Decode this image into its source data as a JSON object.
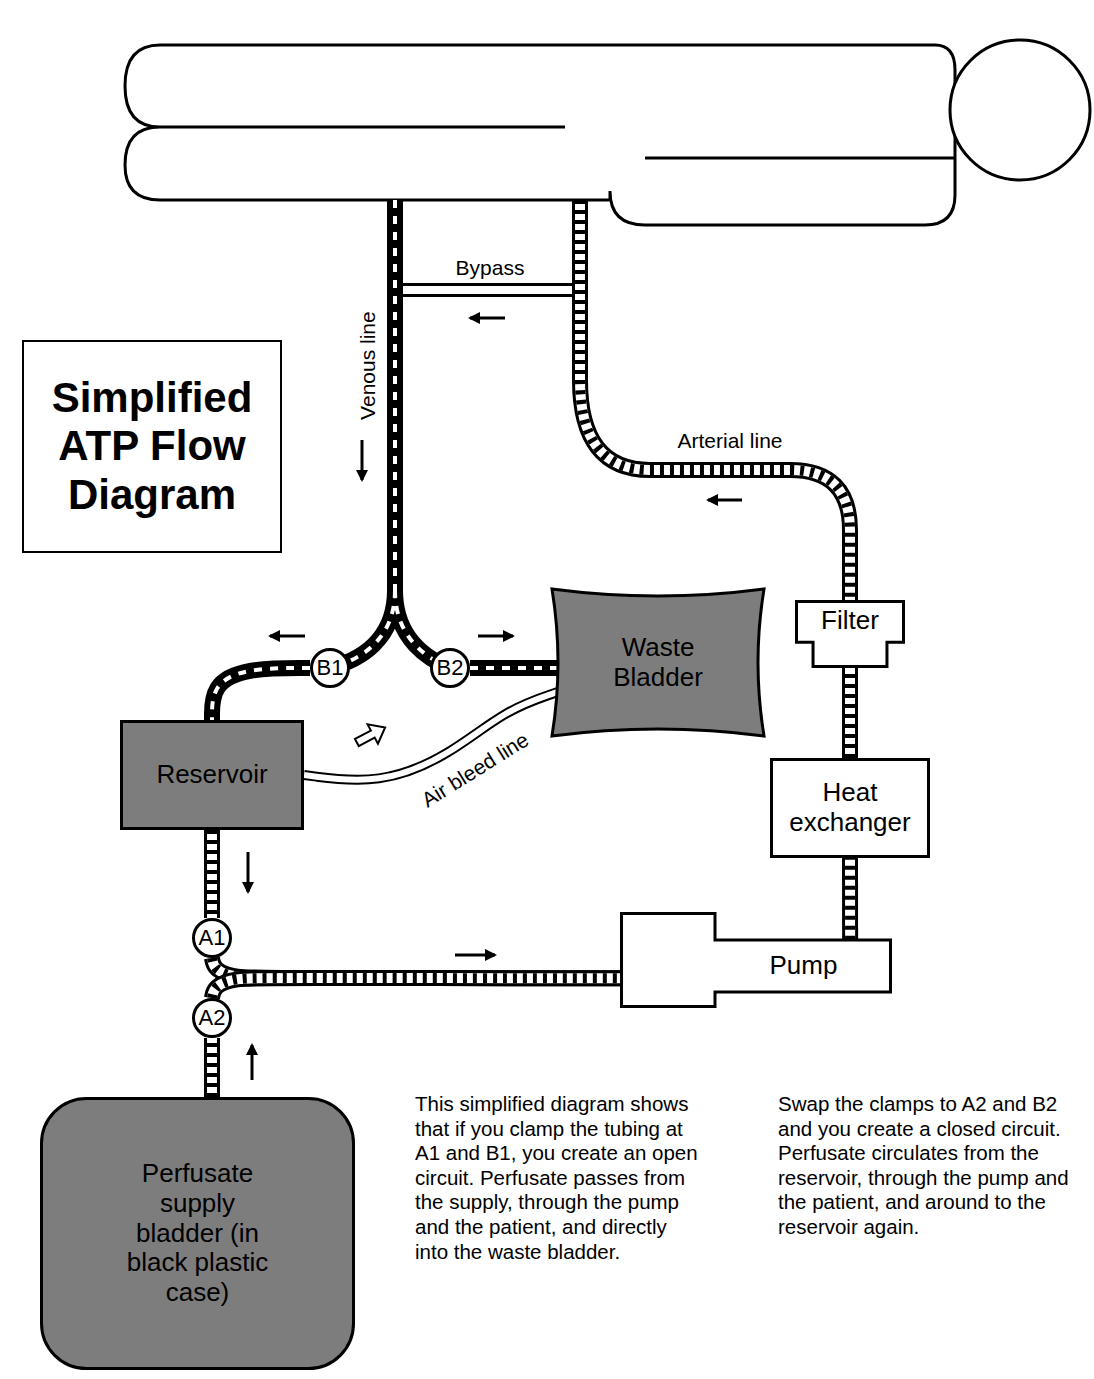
{
  "diagram": {
    "title": "Simplified ATP Flow Diagram",
    "nodes": [
      {
        "text": [
          "Reservoir"
        ]
      },
      {
        "text": [
          "Waste Bladder"
        ]
      },
      {
        "text": [
          "Filter"
        ]
      },
      {
        "text": [
          "Heat exchanger"
        ]
      },
      {
        "text": [
          "Pump"
        ]
      },
      {
        "text": [
          "Perfusate supply bladder (in black plastic case)"
        ]
      },
      {
        "text": [
          "A1"
        ]
      },
      {
        "text": [
          "A2"
        ]
      },
      {
        "text": [
          "B1"
        ]
      },
      {
        "text": [
          "B2"
        ]
      }
    ],
    "edges": [
      {
        "from": 0,
        "to": 6,
        "arrow": "none"
      },
      {
        "from": 5,
        "to": 7,
        "arrow": "none"
      },
      {
        "from": 6,
        "to": 4,
        "arrow": "none"
      },
      {
        "from": 7,
        "to": 4,
        "arrow": "none"
      },
      {
        "from": 4,
        "to": 3,
        "arrow": "none"
      },
      {
        "from": 3,
        "to": 2,
        "arrow": "none"
      },
      {
        "from": 8,
        "to": 0,
        "arrow": "none"
      },
      {
        "from": 9,
        "to": 1,
        "arrow": "none"
      },
      {
        "from": 0,
        "to": 1,
        "label": "Air bleed line",
        "arrow": "none"
      }
    ],
    "labels": [
      "Bypass",
      "Venous line",
      "Arterial line",
      "This simplified diagram shows that if you clamp the tubing at A1 and B1, you create an open circuit. Perfusate passes from the supply, through the pump and the patient, and directly into the waste bladder.",
      "Swap the clamps to A2 and B2 and you create a closed circuit. Perfusate circulates from the reservoir, through the pump and the patient, and around to the reservoir again."
    ]
  }
}
